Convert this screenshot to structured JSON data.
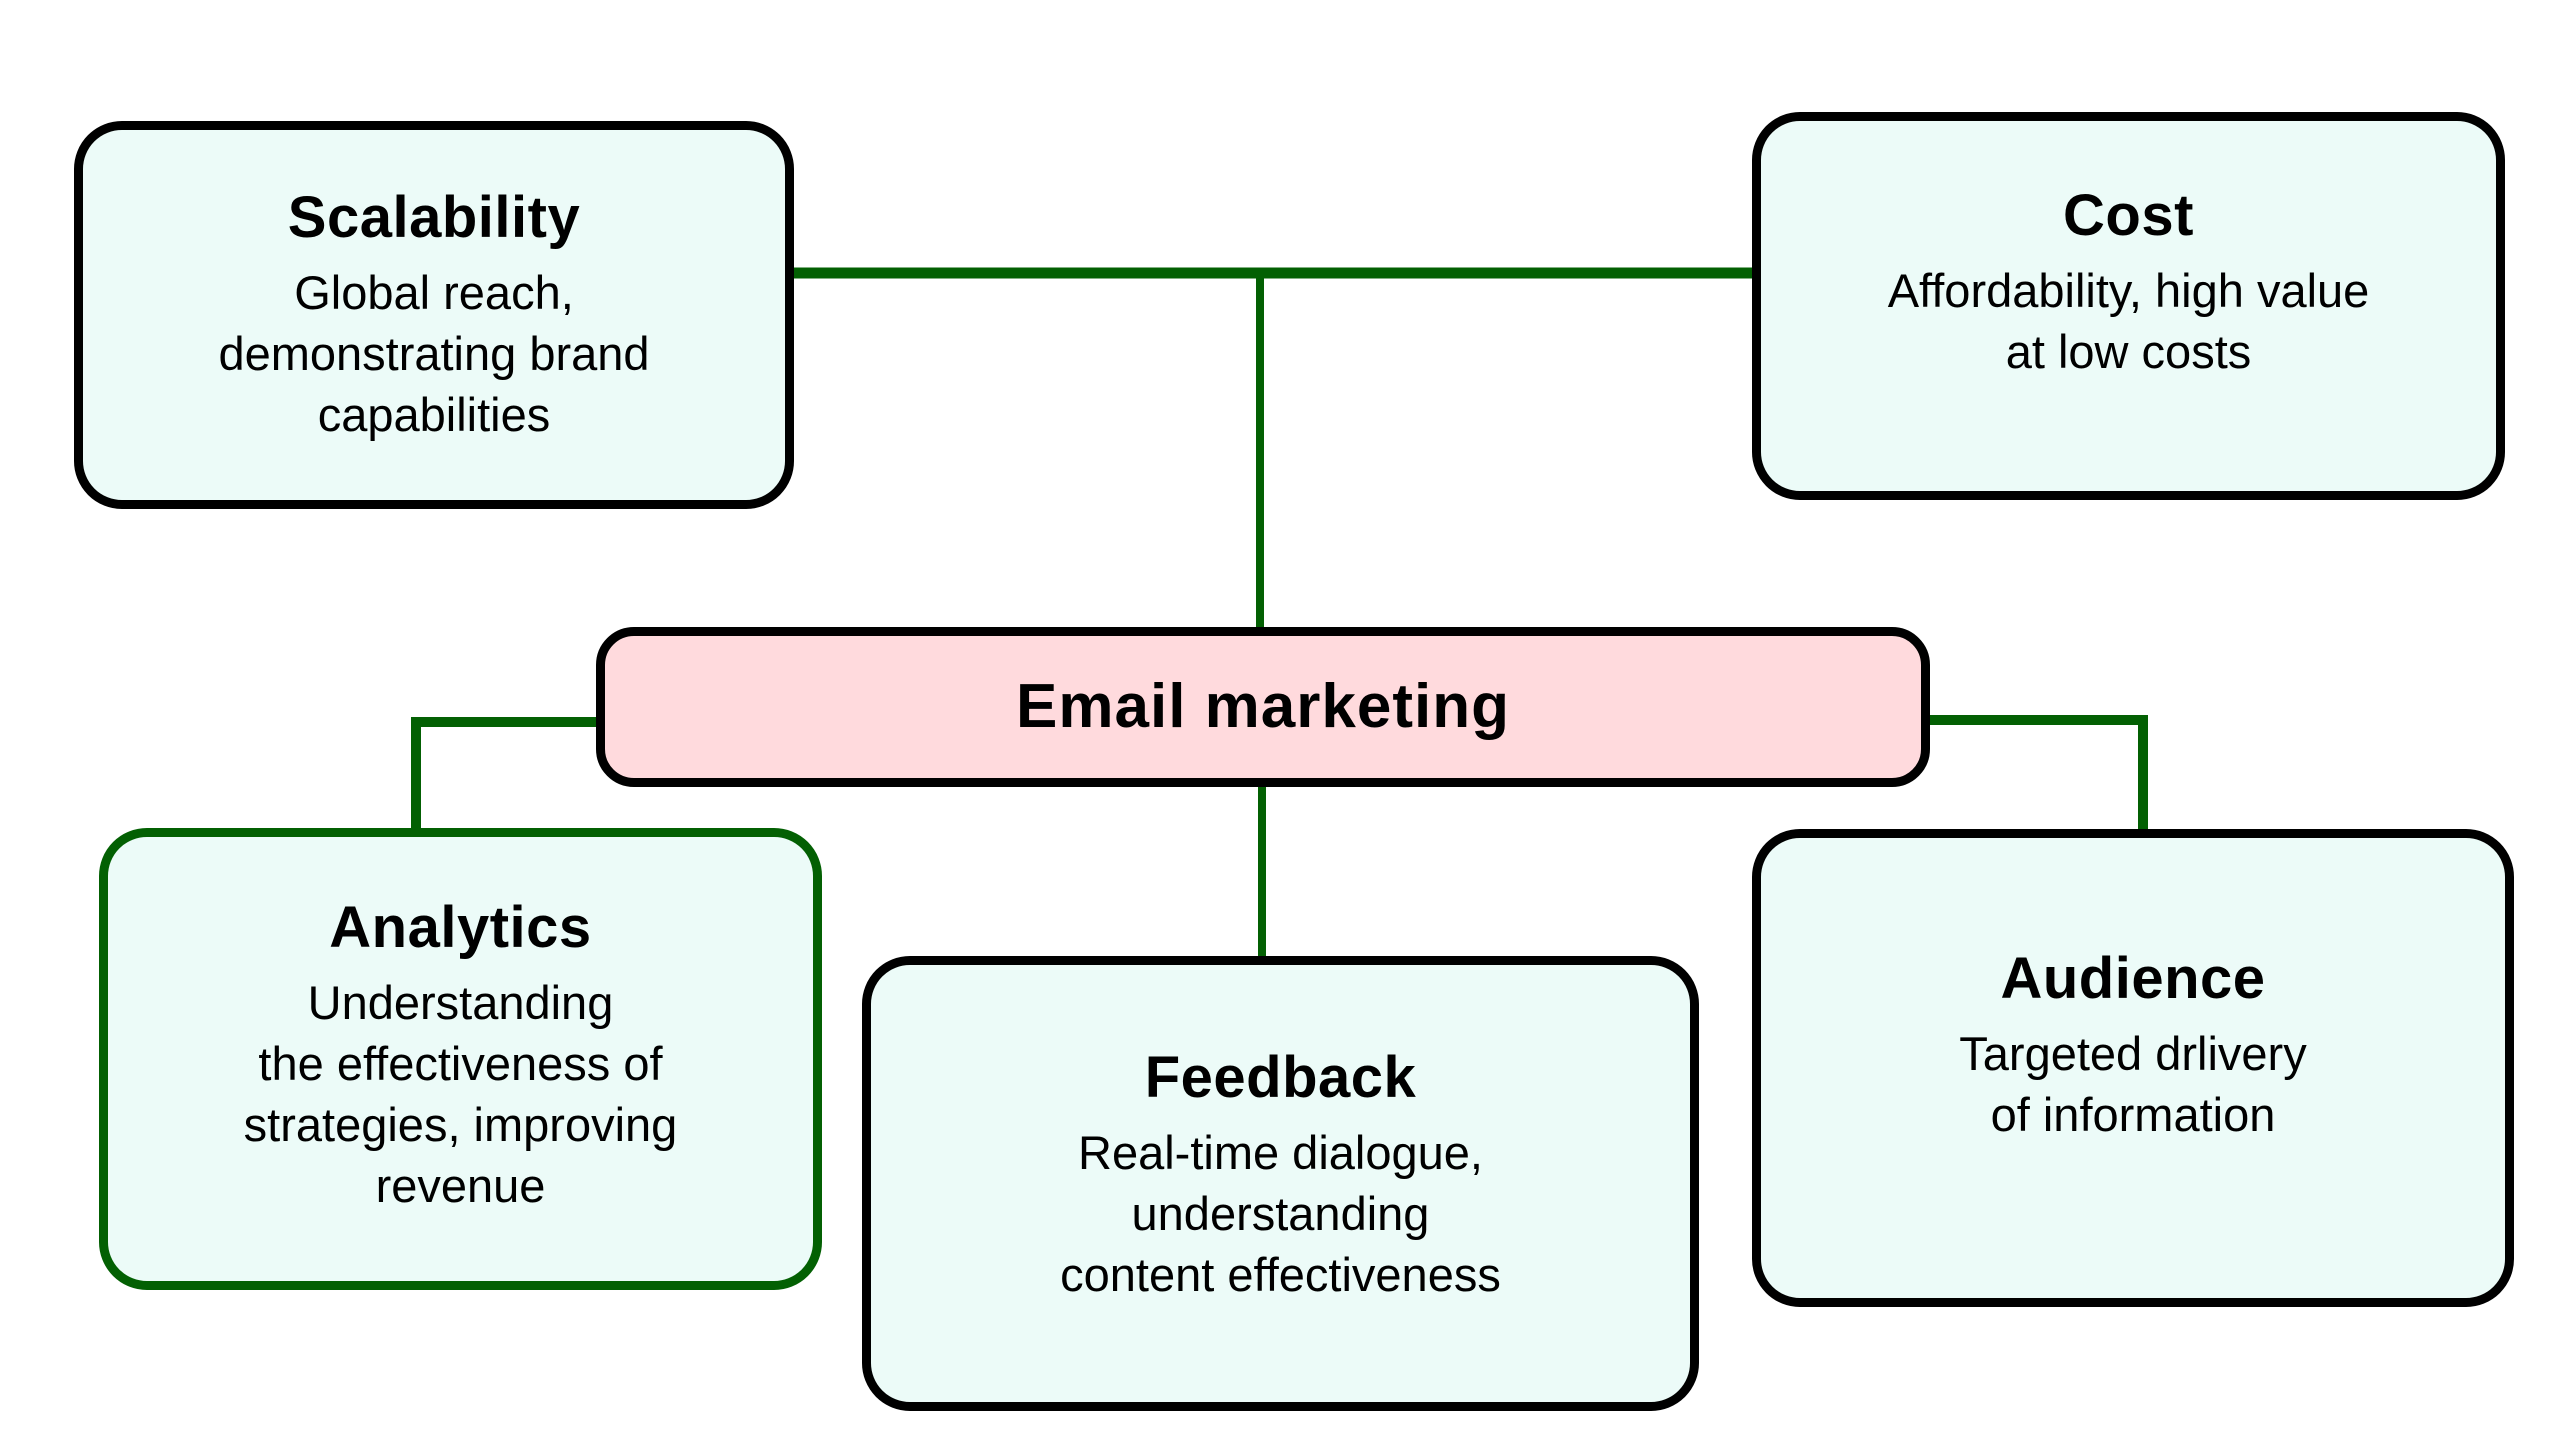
{
  "diagram": {
    "type": "mind-map",
    "colors": {
      "connector": "#036003",
      "node_fill": "#ecfbf8",
      "center_fill": "#ffdadd",
      "node_border": "#000000",
      "analytics_border": "#036003"
    },
    "center": {
      "title": "Email marketing"
    },
    "nodes": {
      "scalability": {
        "title": "Scalability",
        "description": "Global reach,\ndemonstrating brand\ncapabilities"
      },
      "cost": {
        "title": "Cost",
        "description": "Affordability, high value\nat low costs"
      },
      "analytics": {
        "title": "Analytics",
        "description": "Understanding\nthe effectiveness of\nstrategies, improving\nrevenue"
      },
      "feedback": {
        "title": "Feedback",
        "description": "Real-time dialogue,\nunderstanding\ncontent effectiveness"
      },
      "audience": {
        "title": "Audience",
        "description": "Targeted drlivery\nof information"
      }
    },
    "edges": [
      {
        "from": "Email marketing",
        "to": "Scalability"
      },
      {
        "from": "Email marketing",
        "to": "Cost"
      },
      {
        "from": "Email marketing",
        "to": "Analytics"
      },
      {
        "from": "Email marketing",
        "to": "Feedback"
      },
      {
        "from": "Email marketing",
        "to": "Audience"
      }
    ]
  }
}
